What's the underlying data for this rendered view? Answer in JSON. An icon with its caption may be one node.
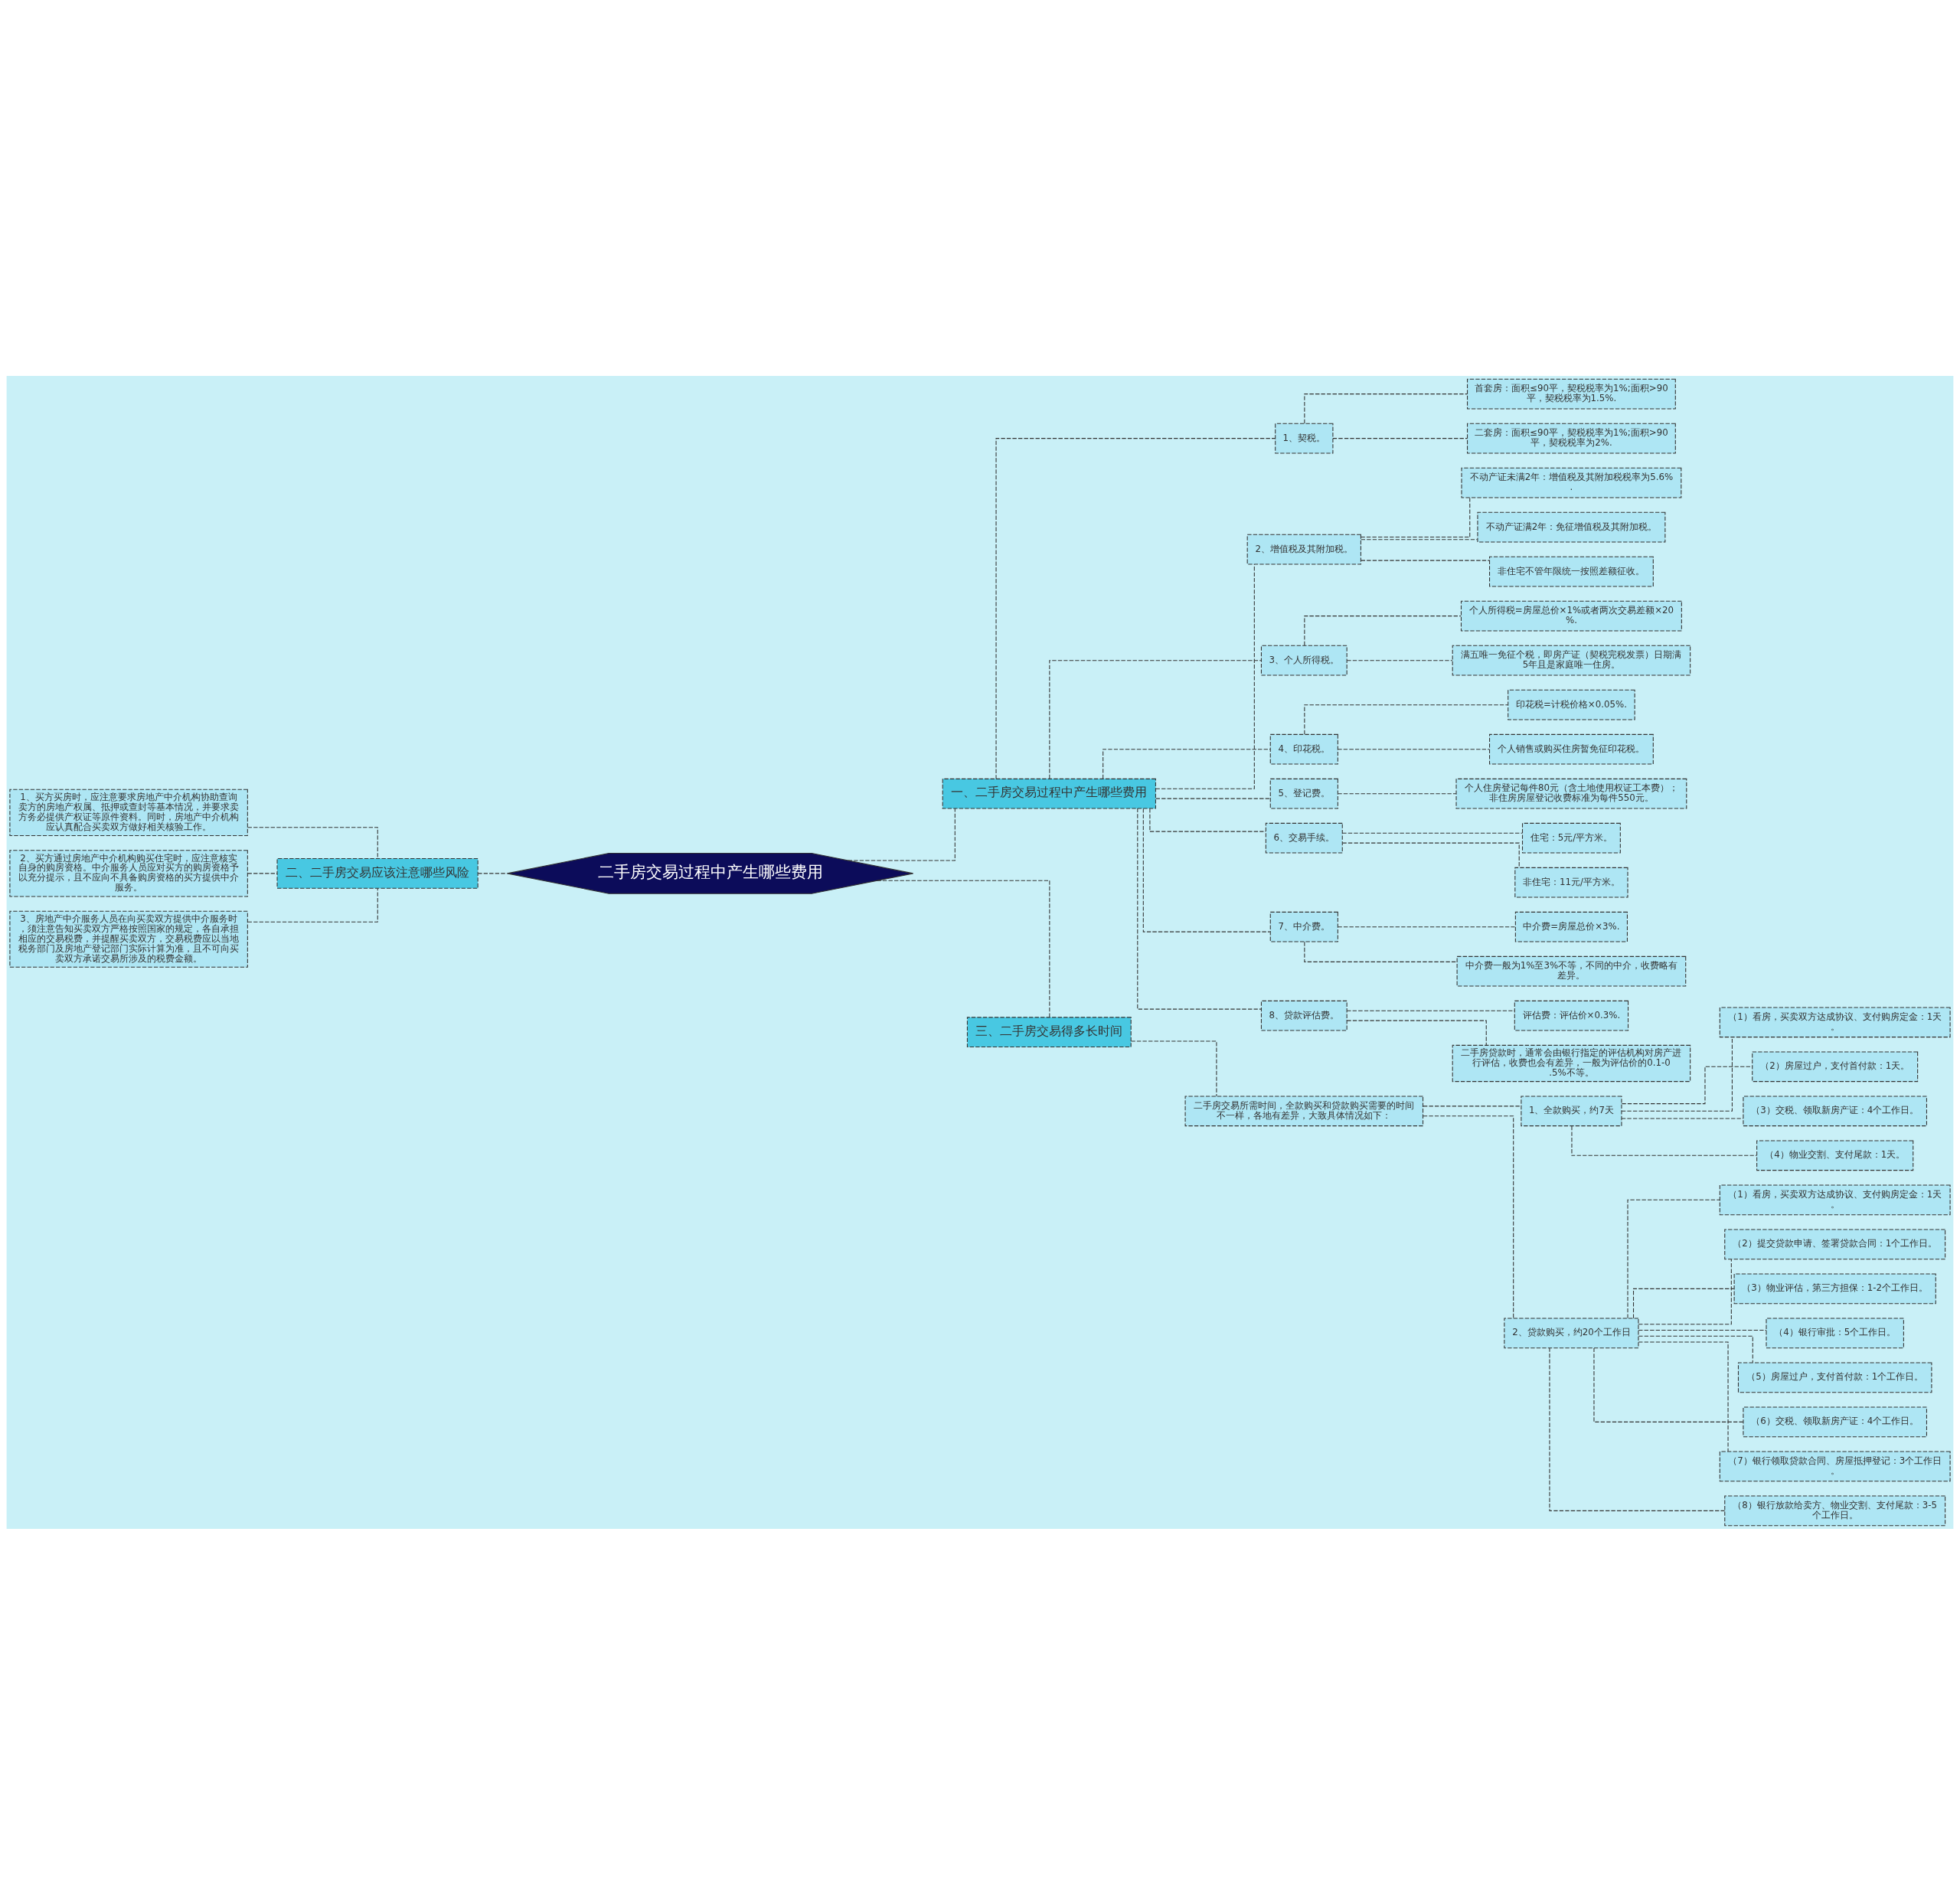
{
  "diagram": {
    "nodes": [
      {
        "text": [
          "二手房交易过程中产生哪些费用"
        ]
      },
      {
        "text": [
          "一、二手房交易过程中产生哪些费用"
        ]
      },
      {
        "text": [
          "1、契税。"
        ]
      },
      {
        "text": [
          "首套房：面积≤90平，契税税率为1%;面积>90平，契税税率为1.5%."
        ]
      },
      {
        "text": [
          "二套房：面积≤90平，契税税率为1%;面积>90平，契税税率为2%."
        ]
      },
      {
        "text": [
          "2、增值税及其附加税。"
        ]
      },
      {
        "text": [
          "不动产证未满2年：增值税及其附加税税率为5.6%."
        ]
      },
      {
        "text": [
          "不动产证满2年：免征增值税及其附加税。"
        ]
      },
      {
        "text": [
          "非住宅不管年限统一按照差额征收。"
        ]
      },
      {
        "text": [
          "3、个人所得税。"
        ]
      },
      {
        "text": [
          "个人所得税=房屋总价×1%或者两次交易差额×20%."
        ]
      },
      {
        "text": [
          "满五唯一免征个税，即房产证（契税完税发票）日期满5年且是家庭唯一住房。"
        ]
      },
      {
        "text": [
          "4、印花税。"
        ]
      },
      {
        "text": [
          "印花税=计税价格×0.05%."
        ]
      },
      {
        "text": [
          "个人销售或购买住房暂免征印花税。"
        ]
      },
      {
        "text": [
          "5、登记费。"
        ]
      },
      {
        "text": [
          "个人住房登记每件80元（含土地使用权证工本费）；非住房房屋登记收费标准为每件550元。"
        ]
      },
      {
        "text": [
          "6、交易手续。"
        ]
      },
      {
        "text": [
          "住宅：5元/平方米。"
        ]
      },
      {
        "text": [
          "非住宅：11元/平方米。"
        ]
      },
      {
        "text": [
          "7、中介费。"
        ]
      },
      {
        "text": [
          "中介费=房屋总价×3%."
        ]
      },
      {
        "text": [
          "中介费一般为1%至3%不等，不同的中介，收费略有差异。"
        ]
      },
      {
        "text": [
          "8、贷款评估费。"
        ]
      },
      {
        "text": [
          "评估费：评估价×0.3%."
        ]
      },
      {
        "text": [
          "二手房贷款时，通常会由银行指定的评估机构对房产进行评估，收费也会有差异，一般为评估价的0.1-0.5%不等。"
        ]
      },
      {
        "text": [
          "二、二手房交易应该注意哪些风险"
        ]
      },
      {
        "text": [
          "1、买方买房时，应注意要求房地产中介机构协助查询卖方的房地产权属、抵押或查封等基本情况，并要求卖方务必提供产权证等原件资料。同时，房地产中介机构应认真配合买卖双方做好相关核验工作。"
        ]
      },
      {
        "text": [
          "2、买方通过房地产中介机构购买住宅时，应注意核实自身的购房资格。中介服务人员应对买方的购房资格予以充分提示，且不应向不具备购房资格的买方提供中介服务。"
        ]
      },
      {
        "text": [
          "3、房地产中介服务人员在向买卖双方提供中介服务时，须注意告知买卖双方严格按照国家的规定，各自承担相应的交易税费，并提醒买卖双方，交易税费应以当地税务部门及房地产登记部门实际计算为准，且不可向买卖双方承诺交易所涉及的税费金额。"
        ]
      },
      {
        "text": [
          "三、二手房交易得多长时间"
        ]
      },
      {
        "text": [
          "二手房交易所需时间，全款购买和贷款购买需要的时间不一样，各地有差异，大致具体情况如下："
        ]
      },
      {
        "text": [
          "1、全款购买，约7天"
        ]
      },
      {
        "text": [
          "（1）看房，买卖双方达成协议、支付购房定金：1天。"
        ]
      },
      {
        "text": [
          "（2）房屋过户，支付首付款：1天。"
        ]
      },
      {
        "text": [
          "（3）交税、领取新房产证：4个工作日。"
        ]
      },
      {
        "text": [
          "（4）物业交割、支付尾款：1天。"
        ]
      },
      {
        "text": [
          "2、贷款购买，约20个工作日"
        ]
      },
      {
        "text": [
          "（1）看房，买卖双方达成协议、支付购房定金：1天。"
        ]
      },
      {
        "text": [
          "（2）提交贷款申请、签署贷款合同：1个工作日。"
        ]
      },
      {
        "text": [
          "（3）物业评估，第三方担保：1-2个工作日。"
        ]
      },
      {
        "text": [
          "（4）银行审批：5个工作日。"
        ]
      },
      {
        "text": [
          "（5）房屋过户，支付首付款：1个工作日。"
        ]
      },
      {
        "text": [
          "（6）交税、领取新房产证：4个工作日。"
        ]
      },
      {
        "text": [
          "（7）银行领取贷款合同、房屋抵押登记：3个工作日。"
        ]
      },
      {
        "text": [
          "（8）银行放款给卖方、物业交割、支付尾款：3-5个工作日。"
        ]
      }
    ],
    "edges": [
      {
        "from": 0,
        "to": 1,
        "arrow": "none"
      },
      {
        "from": 1,
        "to": 2,
        "arrow": "none"
      },
      {
        "from": 2,
        "to": 3,
        "arrow": "none"
      },
      {
        "from": 2,
        "to": 4,
        "arrow": "none"
      },
      {
        "from": 1,
        "to": 5,
        "arrow": "none"
      },
      {
        "from": 5,
        "to": 6,
        "arrow": "none"
      },
      {
        "from": 5,
        "to": 7,
        "arrow": "none"
      },
      {
        "from": 5,
        "to": 8,
        "arrow": "none"
      },
      {
        "from": 1,
        "to": 9,
        "arrow": "none"
      },
      {
        "from": 9,
        "to": 10,
        "arrow": "none"
      },
      {
        "from": 9,
        "to": 11,
        "arrow": "none"
      },
      {
        "from": 1,
        "to": 12,
        "arrow": "none"
      },
      {
        "from": 12,
        "to": 13,
        "arrow": "none"
      },
      {
        "from": 12,
        "to": 14,
        "arrow": "none"
      },
      {
        "from": 1,
        "to": 15,
        "arrow": "none"
      },
      {
        "from": 15,
        "to": 16,
        "arrow": "none"
      },
      {
        "from": 1,
        "to": 17,
        "arrow": "none"
      },
      {
        "from": 17,
        "to": 18,
        "arrow": "none"
      },
      {
        "from": 17,
        "to": 19,
        "arrow": "none"
      },
      {
        "from": 1,
        "to": 20,
        "arrow": "none"
      },
      {
        "from": 20,
        "to": 21,
        "arrow": "none"
      },
      {
        "from": 20,
        "to": 22,
        "arrow": "none"
      },
      {
        "from": 1,
        "to": 23,
        "arrow": "none"
      },
      {
        "from": 23,
        "to": 24,
        "arrow": "none"
      },
      {
        "from": 23,
        "to": 25,
        "arrow": "none"
      },
      {
        "from": 0,
        "to": 26,
        "arrow": "none"
      },
      {
        "from": 26,
        "to": 27,
        "arrow": "none"
      },
      {
        "from": 26,
        "to": 28,
        "arrow": "none"
      },
      {
        "from": 26,
        "to": 29,
        "arrow": "none"
      },
      {
        "from": 0,
        "to": 30,
        "arrow": "none"
      },
      {
        "from": 30,
        "to": 31,
        "arrow": "none"
      },
      {
        "from": 31,
        "to": 32,
        "arrow": "none"
      },
      {
        "from": 32,
        "to": 33,
        "arrow": "none"
      },
      {
        "from": 32,
        "to": 34,
        "arrow": "none"
      },
      {
        "from": 32,
        "to": 35,
        "arrow": "none"
      },
      {
        "from": 32,
        "to": 36,
        "arrow": "none"
      },
      {
        "from": 31,
        "to": 37,
        "arrow": "none"
      },
      {
        "from": 37,
        "to": 38,
        "arrow": "none"
      },
      {
        "from": 37,
        "to": 39,
        "arrow": "none"
      },
      {
        "from": 37,
        "to": 40,
        "arrow": "none"
      },
      {
        "from": 37,
        "to": 41,
        "arrow": "none"
      },
      {
        "from": 37,
        "to": 42,
        "arrow": "none"
      },
      {
        "from": 37,
        "to": 43,
        "arrow": "none"
      },
      {
        "from": 37,
        "to": 44,
        "arrow": "none"
      },
      {
        "from": 37,
        "to": 45,
        "arrow": "none"
      }
    ]
  }
}
